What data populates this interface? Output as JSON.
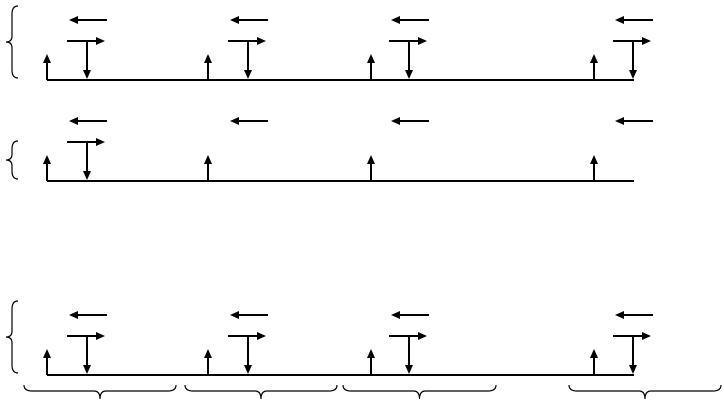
{
  "diagram": {
    "type": "timing-diagram",
    "stroke_color": "#000000",
    "background": "#ffffff",
    "rows": [
      {
        "id": "row-1",
        "left_brace": true,
        "cells": [
          {
            "left_arrow": true,
            "right_arrow": true,
            "up_arrow": true,
            "down_arrow": true
          },
          {
            "left_arrow": true,
            "right_arrow": true,
            "up_arrow": true,
            "down_arrow": true
          },
          {
            "left_arrow": true,
            "right_arrow": true,
            "up_arrow": true,
            "down_arrow": true
          },
          {
            "left_arrow": true,
            "right_arrow": true,
            "up_arrow": true,
            "down_arrow": true
          }
        ]
      },
      {
        "id": "row-2",
        "left_brace": true,
        "cells": [
          {
            "left_arrow": true,
            "right_arrow": true,
            "up_arrow": true,
            "down_arrow": true
          },
          {
            "left_arrow": true,
            "right_arrow": false,
            "up_arrow": true,
            "down_arrow": false
          },
          {
            "left_arrow": true,
            "right_arrow": false,
            "up_arrow": true,
            "down_arrow": false
          },
          {
            "left_arrow": true,
            "right_arrow": false,
            "up_arrow": true,
            "down_arrow": false
          }
        ]
      },
      {
        "id": "row-3",
        "left_brace": true,
        "cells": [
          {
            "left_arrow": true,
            "right_arrow": true,
            "up_arrow": true,
            "down_arrow": true
          },
          {
            "left_arrow": true,
            "right_arrow": true,
            "up_arrow": true,
            "down_arrow": true
          },
          {
            "left_arrow": true,
            "right_arrow": true,
            "up_arrow": true,
            "down_arrow": true
          },
          {
            "left_arrow": true,
            "right_arrow": true,
            "up_arrow": true,
            "down_arrow": true
          }
        ]
      }
    ],
    "bottom_braces": 4
  }
}
